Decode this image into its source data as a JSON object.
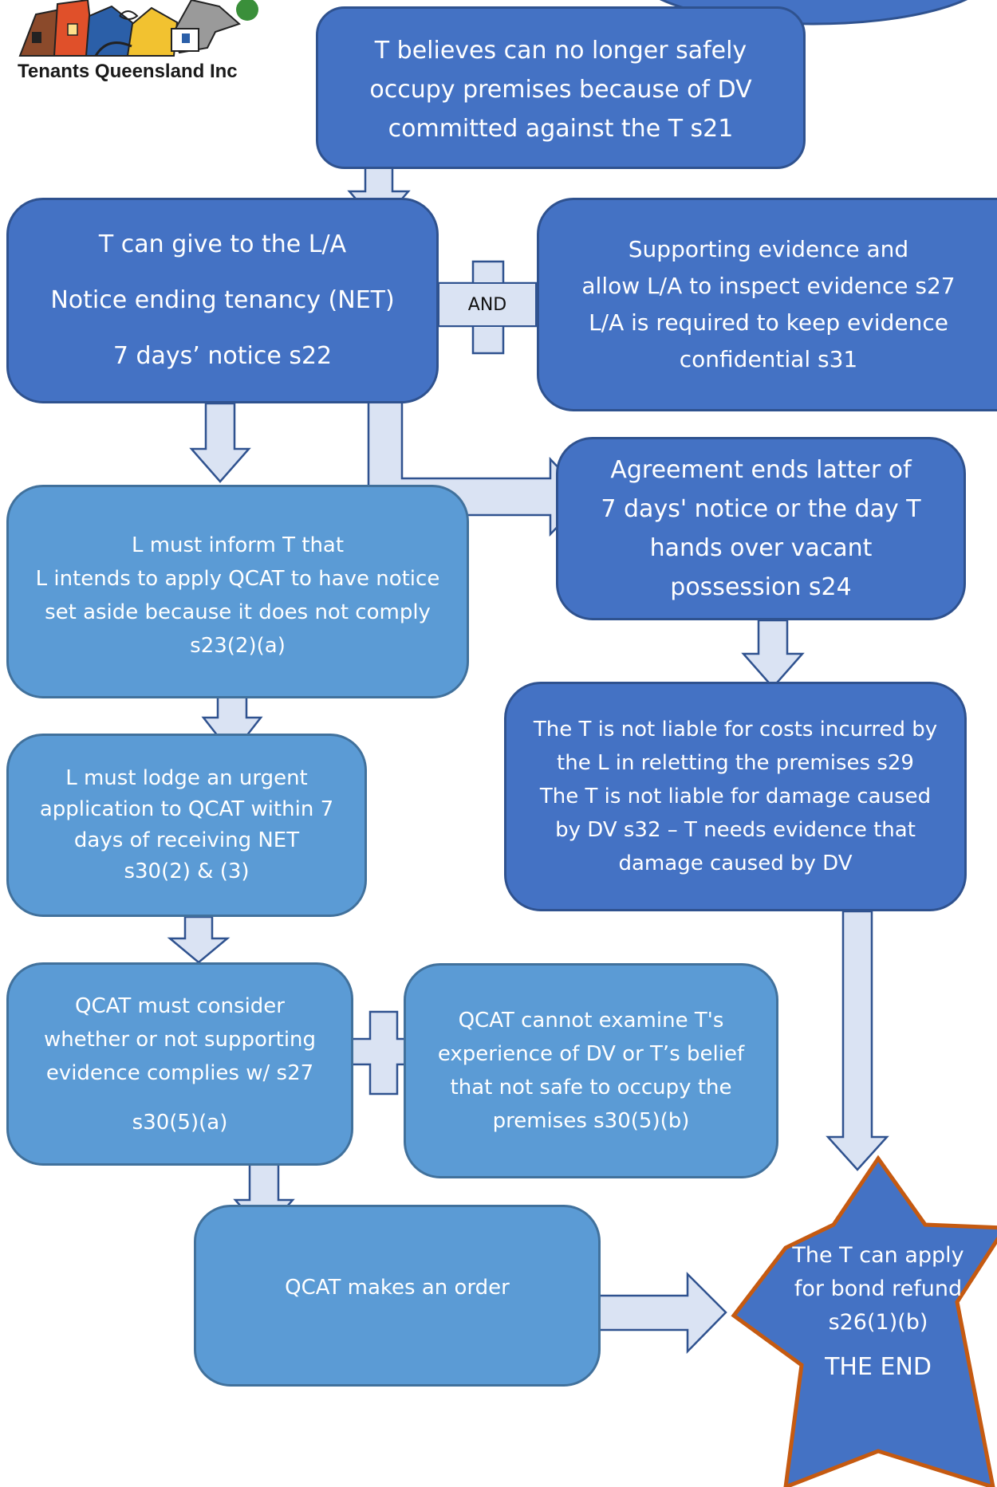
{
  "logo": {
    "name": "Tenants Queensland Inc"
  },
  "boxes": {
    "start": {
      "lines": [
        "T believes can no longer safely",
        "occupy premises because of DV",
        "committed against the T s21"
      ]
    },
    "net": {
      "lines": [
        "T can give to the L/A",
        "Notice ending tenancy (NET)",
        "7 days’ notice s22"
      ]
    },
    "evidence": {
      "lines": [
        "Supporting evidence and",
        "allow L/A to inspect evidence s27",
        "L/A is required to keep evidence",
        "confidential s31"
      ]
    },
    "and_label": "AND",
    "landlord_inform": {
      "lines": [
        "L must inform T that",
        "L intends to apply QCAT to have notice",
        "set aside because it does not comply",
        "s23(2)(a)"
      ]
    },
    "agreement_ends": {
      "lines": [
        "Agreement ends latter of",
        "7 days' notice or the day T",
        "hands over vacant",
        "possession s24"
      ]
    },
    "not_liable": {
      "lines": [
        "The T is not liable for costs incurred by",
        "the L in reletting the premises s29",
        "The T is not liable for damage caused",
        "by DV s32 – T needs evidence that",
        "damage caused by DV"
      ]
    },
    "lodge": {
      "lines": [
        "L must lodge an urgent",
        "application to QCAT within 7",
        "days of receiving NET",
        "s30(2) & (3)"
      ]
    },
    "qcat_consider": {
      "lines": [
        "QCAT must consider",
        "whether or not supporting",
        "evidence complies w/ s27",
        "s30(5)(a)"
      ]
    },
    "qcat_cannot": {
      "lines": [
        "QCAT cannot examine T's",
        "experience of DV or T’s belief",
        "that not safe to occupy the",
        "premises s30(5)(b)"
      ]
    },
    "qcat_order": {
      "lines": [
        "QCAT makes an order"
      ]
    },
    "the_end": {
      "lines": [
        "The T can apply",
        "for bond refund",
        "s26(1)(b)",
        "THE END"
      ]
    }
  },
  "colors": {
    "dark_box": "#4472c4",
    "light_box": "#5b9bd5",
    "arrow_fill": "#dae3f3",
    "arrow_stroke": "#2f528f",
    "star_outline": "#c55a11"
  },
  "icons": [
    "house-logo-icon",
    "down-arrow-icon",
    "right-arrow-icon",
    "plus-icon",
    "star-icon"
  ]
}
